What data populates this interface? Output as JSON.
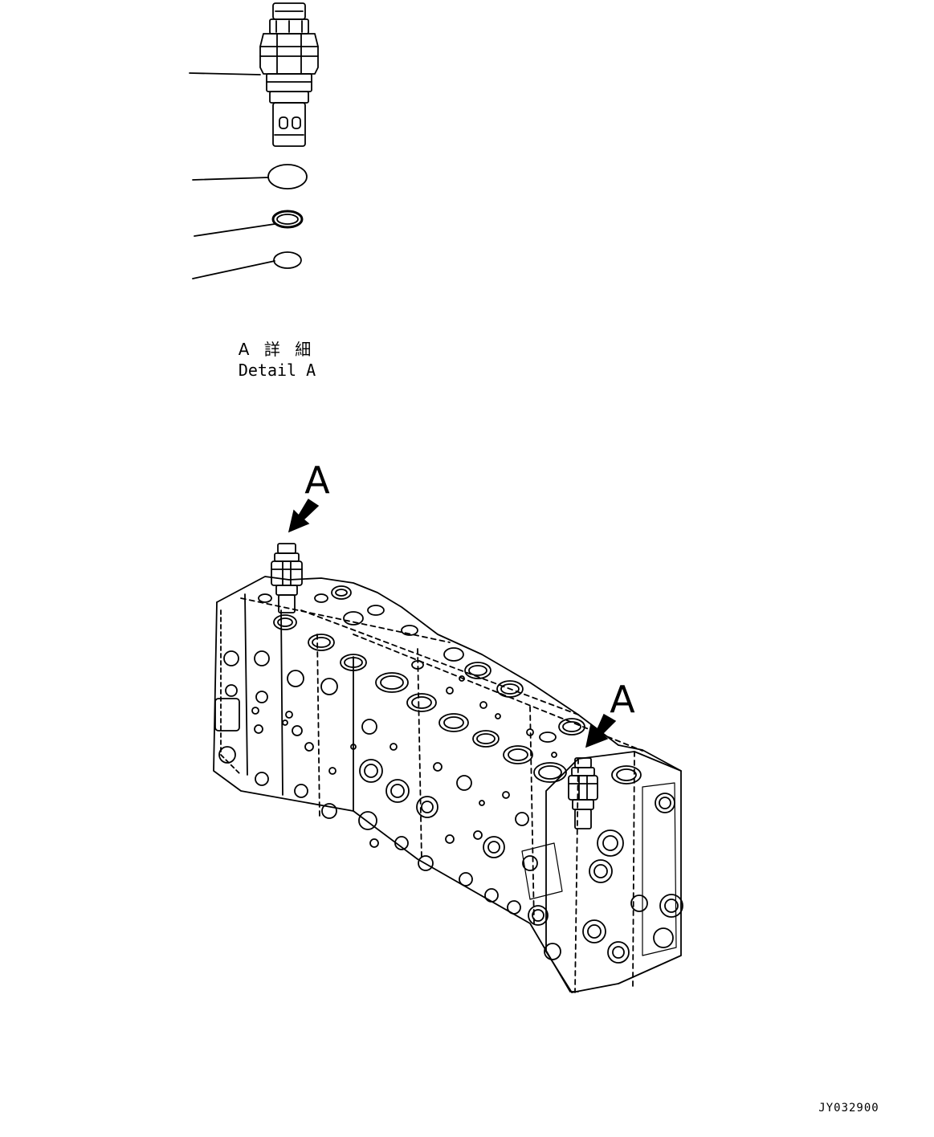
{
  "detail": {
    "title_jp": "A 詳 細",
    "title_en": "Detail A"
  },
  "callouts": {
    "left": "A",
    "right": "A"
  },
  "drawing_id": "JY032900"
}
